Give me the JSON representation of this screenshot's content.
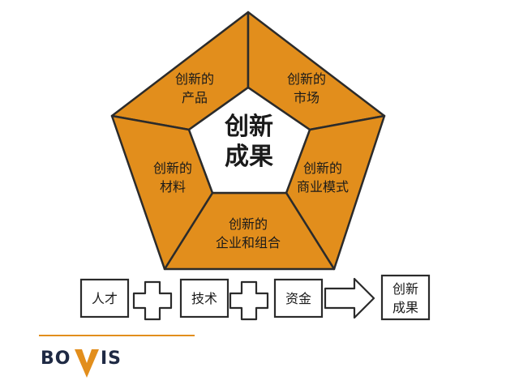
{
  "center": {
    "line1": "创新",
    "line2": "成果"
  },
  "segments": {
    "top_left": {
      "line1": "创新的",
      "line2": "产品"
    },
    "top_right": {
      "line1": "创新的",
      "line2": "市场"
    },
    "right": {
      "line1": "创新的",
      "line2": "商业模式"
    },
    "bottom": {
      "line1": "创新的",
      "line2": "企业和组合"
    },
    "left": {
      "line1": "创新的",
      "line2": "材料"
    }
  },
  "equation": {
    "talent": "人才",
    "technology": "技术",
    "capital": "资金",
    "result_line1": "创新",
    "result_line2": "成果"
  },
  "brand": {
    "pre": "BO",
    "post": "IS"
  },
  "colors": {
    "accent": "#e28e1c",
    "outline": "#2b2b2b",
    "brand_text": "#1f2a44"
  },
  "icons": {
    "plus": "plus-icon",
    "arrow": "right-arrow-icon",
    "brand_v": "brand-v-chevron"
  }
}
